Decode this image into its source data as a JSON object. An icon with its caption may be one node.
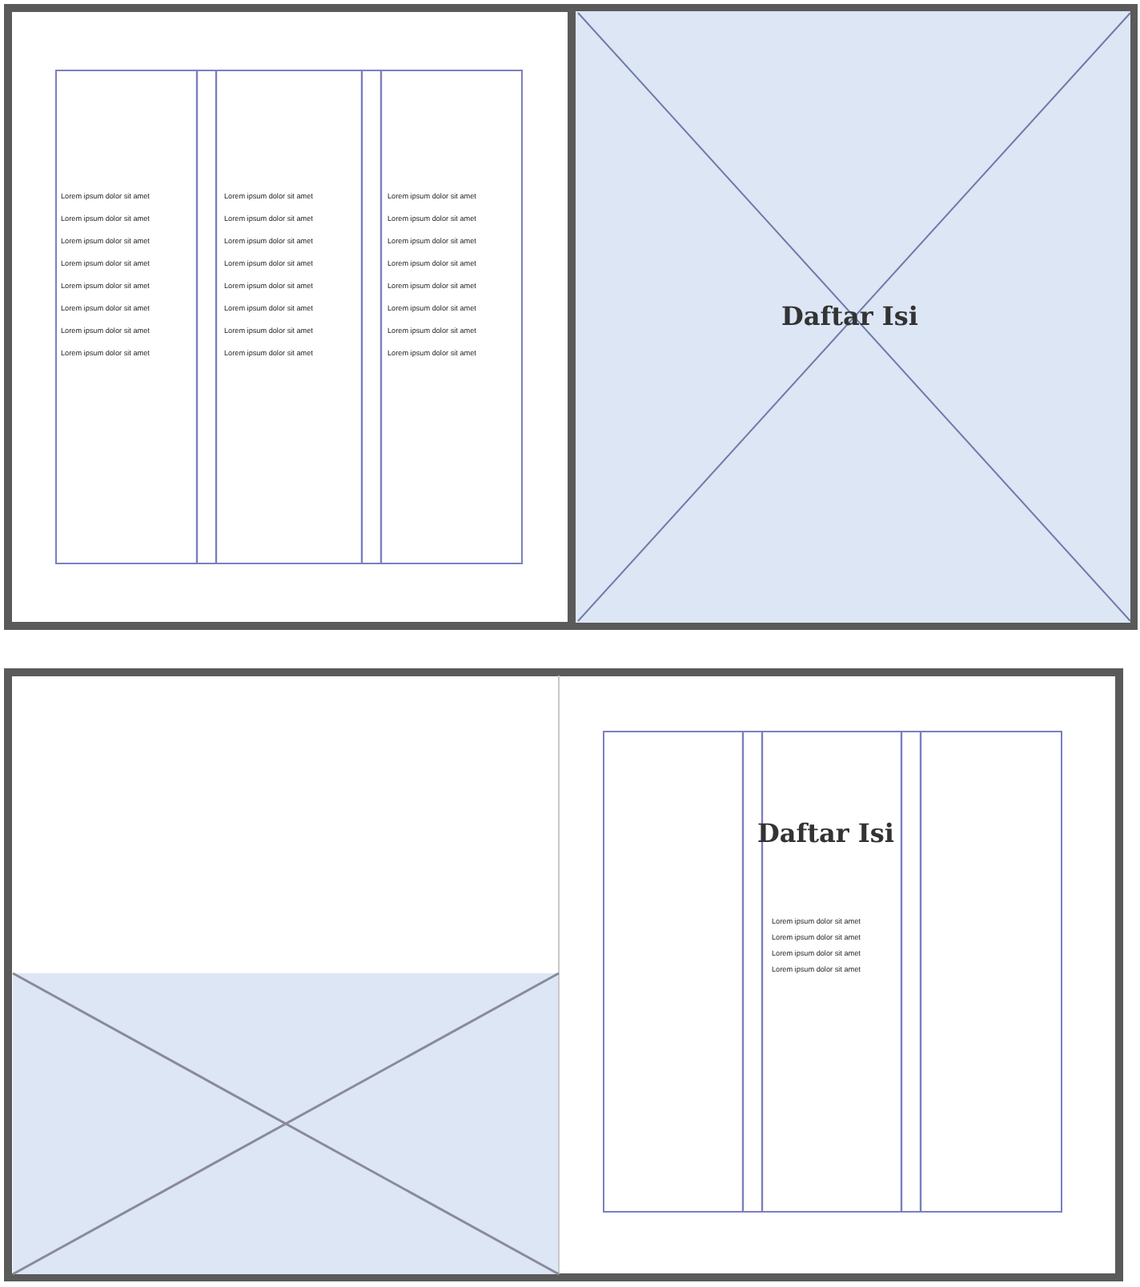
{
  "diagram": {
    "labels": [
      "Lorem ipsum dolor sit amet",
      "Lorem ipsum dolor sit amet",
      "Lorem ipsum dolor sit amet",
      "Lorem ipsum dolor sit amet",
      "Lorem ipsum dolor sit amet",
      "Lorem ipsum dolor sit amet",
      "Lorem ipsum dolor sit amet",
      "Lorem ipsum dolor sit amet",
      "Lorem ipsum dolor sit amet",
      "Lorem ipsum dolor sit amet",
      "Lorem ipsum dolor sit amet",
      "Lorem ipsum dolor sit amet",
      "Lorem ipsum dolor sit amet",
      "Lorem ipsum dolor sit amet",
      "Lorem ipsum dolor sit amet",
      "Lorem ipsum dolor sit amet",
      "Lorem ipsum dolor sit amet",
      "Lorem ipsum dolor sit amet",
      "Lorem ipsum dolor sit amet",
      "Lorem ipsum dolor sit amet",
      "Lorem ipsum dolor sit amet",
      "Lorem ipsum dolor sit amet",
      "Lorem ipsum dolor sit amet",
      "Lorem ipsum dolor sit amet",
      "Daftar Isi",
      "Daftar Isi",
      "Lorem ipsum dolor sit amet",
      "Lorem ipsum dolor sit amet",
      "Lorem ipsum dolor sit amet",
      "Lorem ipsum dolor sit amet"
    ]
  }
}
